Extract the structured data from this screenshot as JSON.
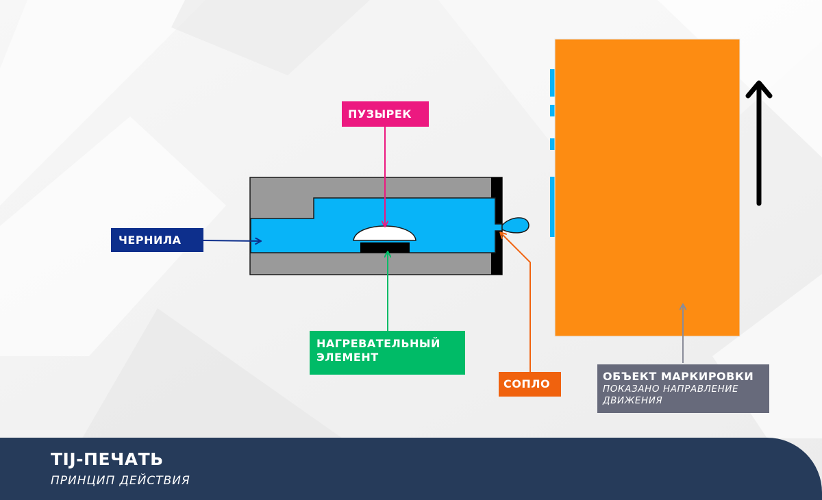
{
  "labels": {
    "bubble": "ПУЗЫРЕК",
    "ink": "ЧЕРНИЛА",
    "heater": "НАГРЕВАТЕЛЬНЫЙ ЭЛЕМЕНТ",
    "nozzle": "СОПЛО",
    "object": "ОБЪЕКТ МАРКИРОВКИ",
    "object_note": "ПОКАЗАНО НАПРАВЛЕНИЕ ДВИЖЕНИЯ"
  },
  "footer": {
    "title": "TIJ-ПЕЧАТЬ",
    "subtitle": "ПРИНЦИП ДЕЙСТВИЯ"
  },
  "colors": {
    "bubble": "#ec1980",
    "ink": "#0d2f8c",
    "heater": "#00bb67",
    "nozzle": "#f0620e",
    "object": "#676a7b",
    "ink_fill": "#08b4f8",
    "housing": "#9a9a9a",
    "target": "#fd8c12",
    "footer": "#263b5a"
  },
  "icons": {
    "direction": "up-arrow-icon"
  }
}
